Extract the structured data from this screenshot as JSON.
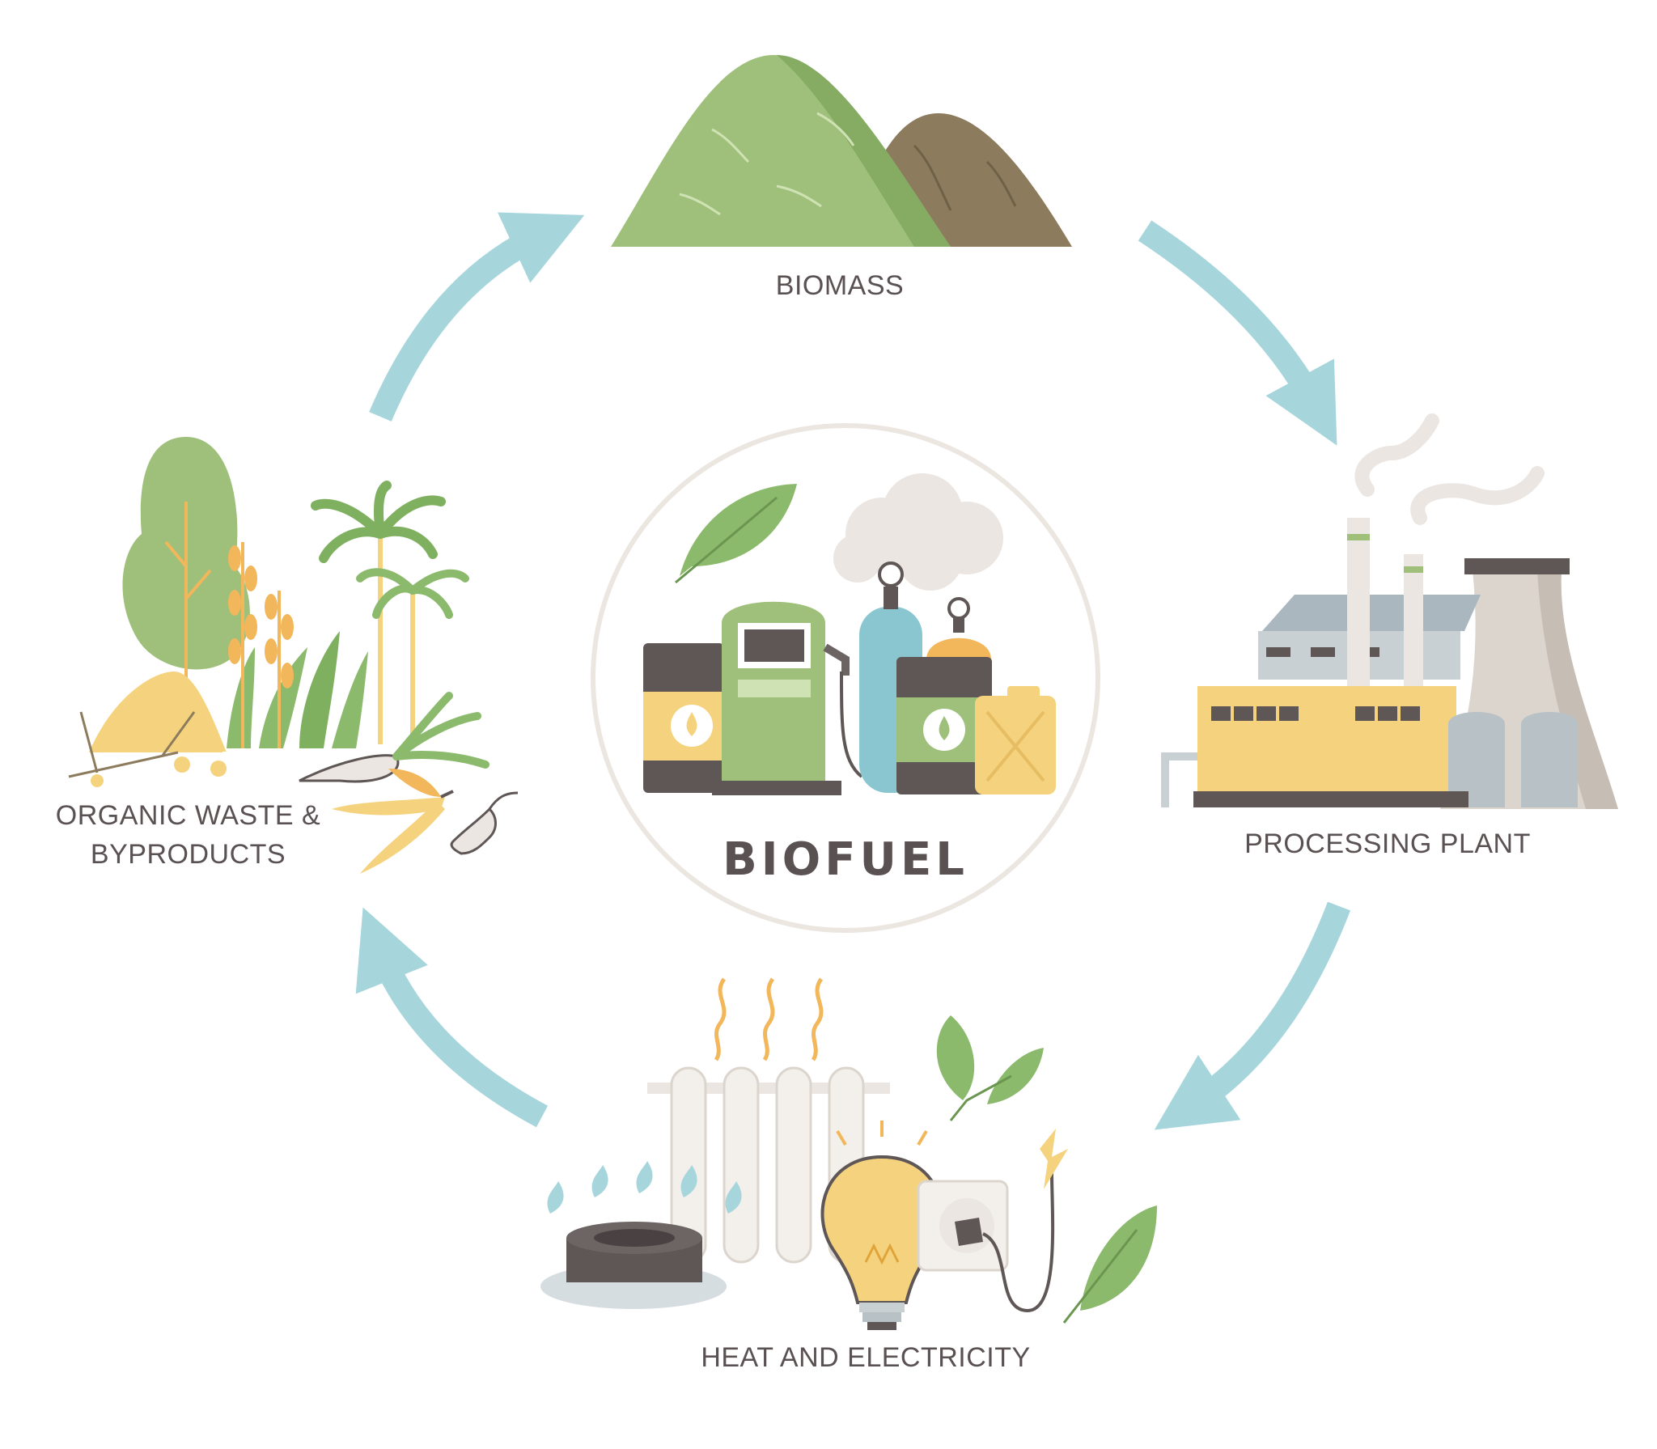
{
  "diagram": {
    "center": {
      "title": "BIOFUEL"
    },
    "stages": {
      "biomass": {
        "label": "BIOMASS"
      },
      "processing_plant": {
        "label": "PROCESSING PLANT"
      },
      "heat_electricity": {
        "label": "HEAT AND ELECTRICITY"
      },
      "organic_waste": {
        "label_line1": "ORGANIC WASTE &",
        "label_line2": "BYPRODUCTS"
      }
    },
    "colors": {
      "arrow": "#a6d6dc",
      "leaf_green": "#9fc07a",
      "dark_green": "#6c9a55",
      "soil_brown": "#8c7b5d",
      "yellow": "#f5d37e",
      "orange": "#f2b65b",
      "text": "#5a5152",
      "circle_border": "#ece6e1"
    }
  }
}
